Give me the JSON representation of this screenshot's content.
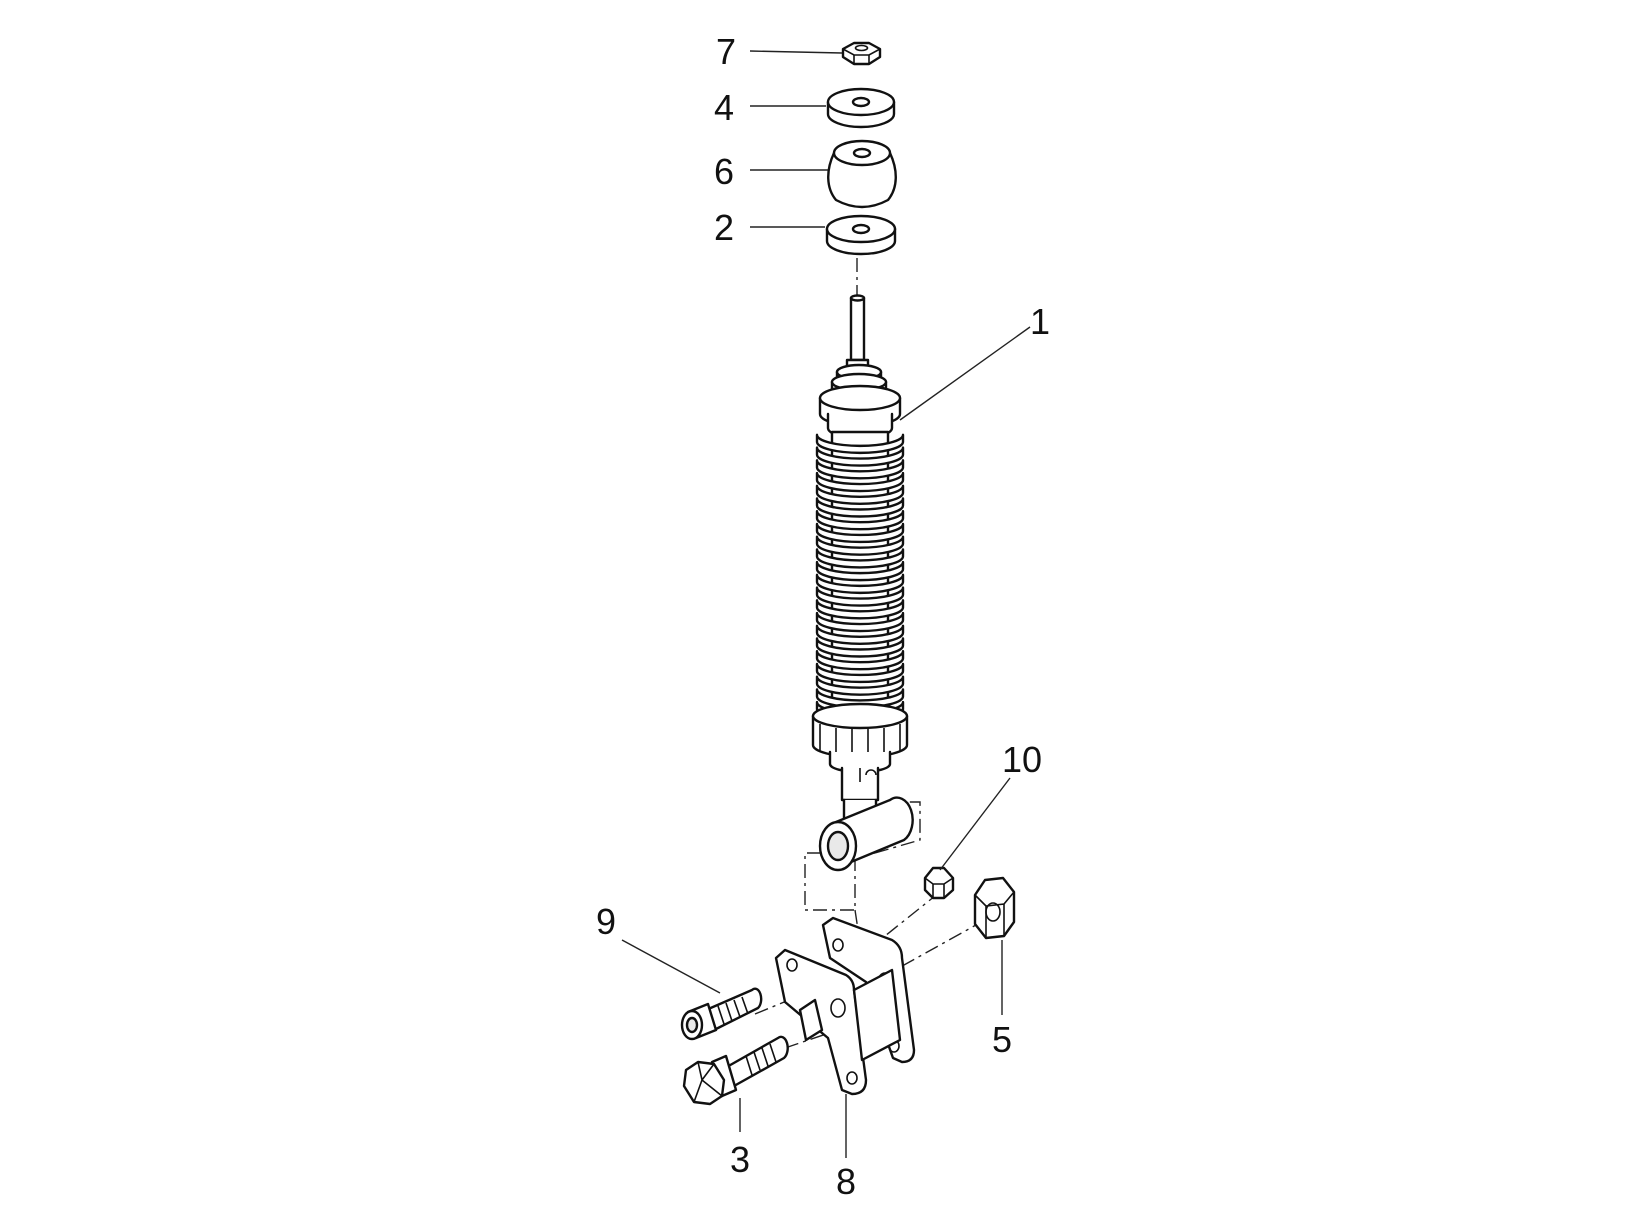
{
  "callouts": {
    "c1": "1",
    "c2": "2",
    "c3": "3",
    "c4": "4",
    "c5": "5",
    "c6": "6",
    "c7": "7",
    "c8": "8",
    "c9": "9",
    "c10": "10"
  },
  "colors": {
    "line": "#111111",
    "fill": "#ffffff",
    "shade": "#e9e9e9"
  }
}
